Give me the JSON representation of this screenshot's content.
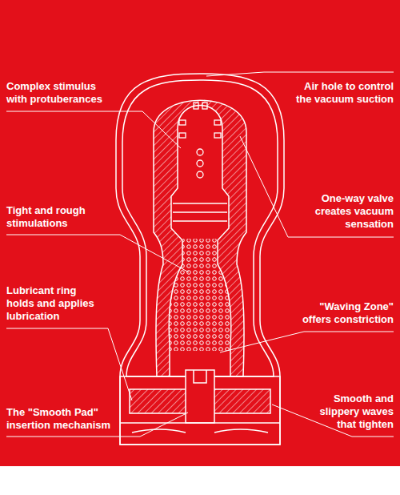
{
  "diagram": {
    "labels": [
      "Complex stimulus with protuberances",
      "Air hole to control the vacuum suction",
      "Tight and rough stimulations",
      "One-way valve creates vacuum sensation",
      "Lubricant ring holds and applies lubrication",
      "\"Waving Zone\" offers constriction",
      "The \"Smooth Pad\" insertion mechanism",
      "Smooth and slippery waves that tighten"
    ]
  }
}
